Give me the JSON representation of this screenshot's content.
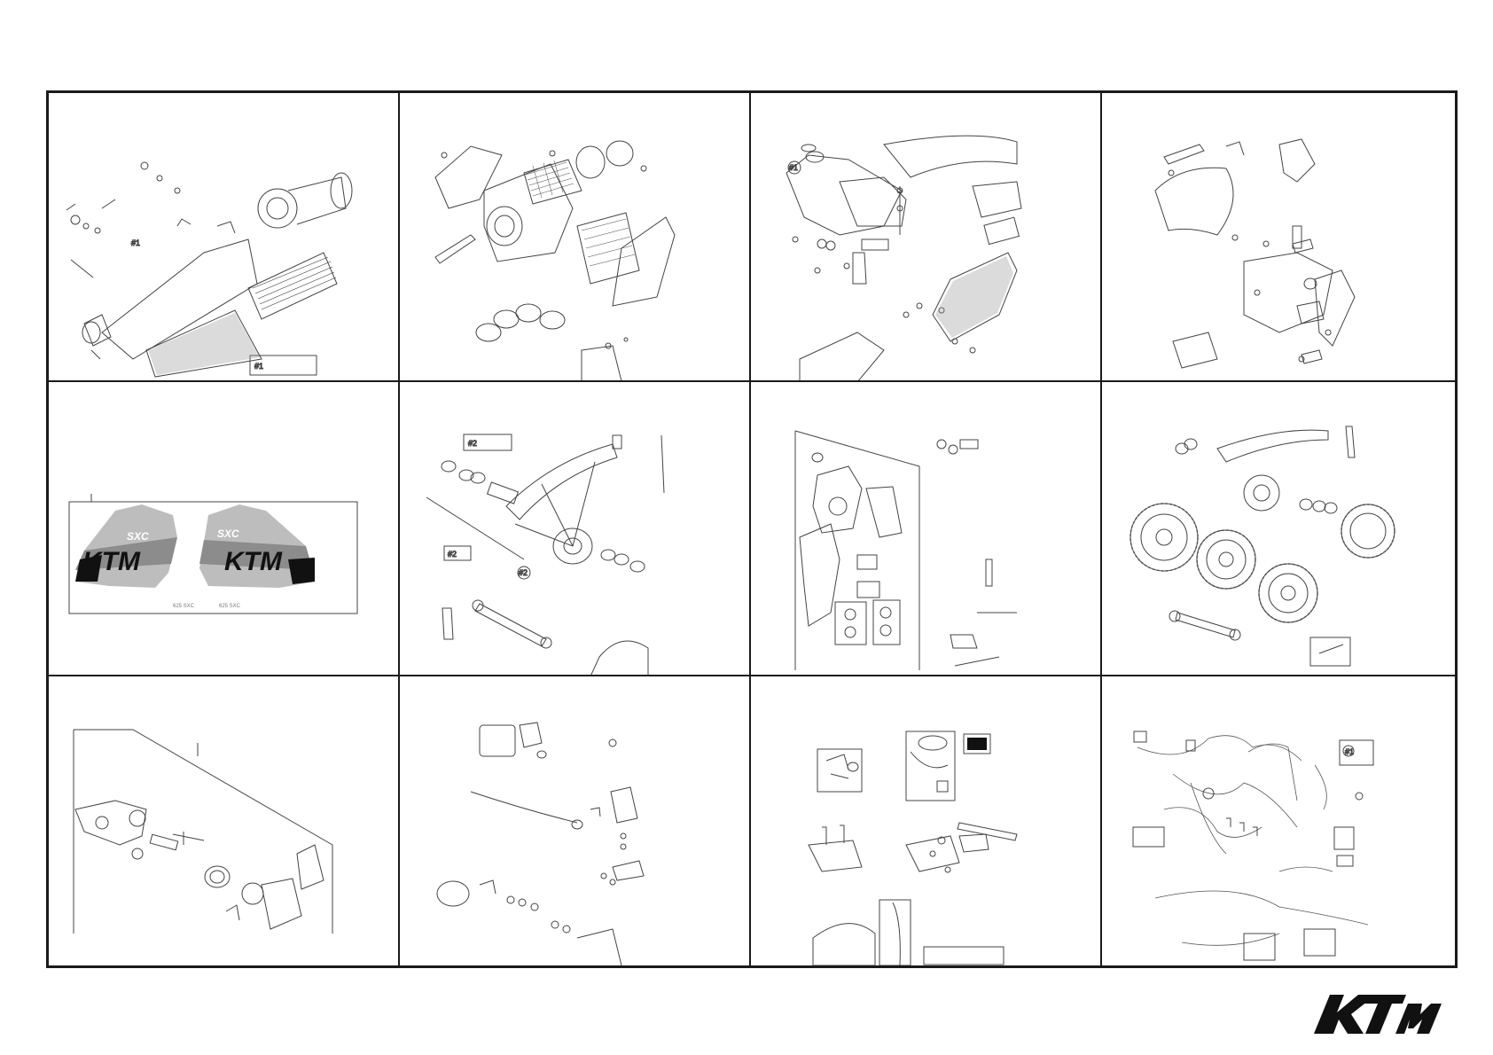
{
  "sheet": {
    "rows": 3,
    "cols": 4,
    "brand_color": "#1a1a1a"
  },
  "panels": [
    {
      "id": "exhaust",
      "callouts": [
        "#1",
        "#1"
      ]
    },
    {
      "id": "air-filter-box",
      "callouts": []
    },
    {
      "id": "fuel-tank-seat",
      "callouts": [
        "#1"
      ]
    },
    {
      "id": "fenders",
      "callouts": []
    },
    {
      "id": "decals",
      "decal_text_1": "SXC",
      "decal_text_2": "SXC",
      "logo_text_1": "KTM",
      "logo_text_2": "KTM",
      "small_1": "625 SXC",
      "small_2": "625 SXC",
      "callouts": []
    },
    {
      "id": "front-wheel",
      "callouts": [
        "#2",
        "#2",
        "#2"
      ]
    },
    {
      "id": "front-brake-caliper",
      "callouts": []
    },
    {
      "id": "rear-wheel-sprockets",
      "callouts": []
    },
    {
      "id": "rear-brake-caliper",
      "callouts": []
    },
    {
      "id": "headlight-wiring",
      "callouts": []
    },
    {
      "id": "instruments-mounts",
      "callouts": []
    },
    {
      "id": "wiring-harness",
      "callouts": [
        "#1"
      ]
    }
  ],
  "logo": {
    "text": "KTM",
    "icon": "ktm-logo-icon"
  }
}
